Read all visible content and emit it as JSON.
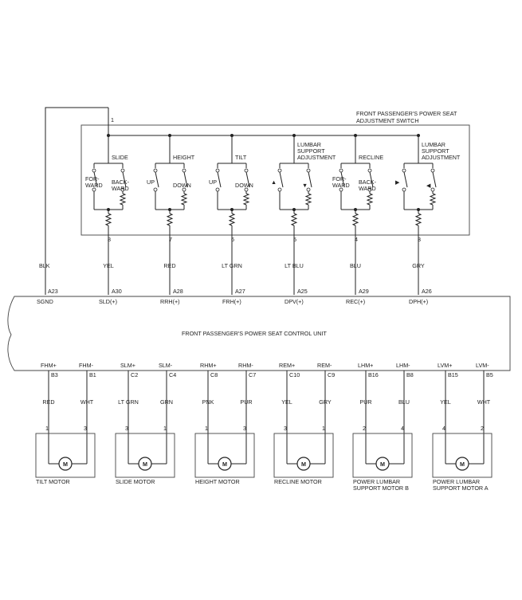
{
  "switch_title": [
    "FRONT PASSENGER'S POWER SEAT",
    "ADJUSTMENT SWITCH"
  ],
  "common_pin": "1",
  "switches": [
    {
      "name": [
        "SLIDE"
      ],
      "left": [
        "FOR-",
        "WARD"
      ],
      "right": [
        "BACK-",
        "WARD"
      ],
      "pin": "8",
      "wire": "YEL",
      "ecu_pin": "A30",
      "signal": "SLD(+)"
    },
    {
      "name": [
        "HEIGHT"
      ],
      "left": [
        "UP"
      ],
      "right": [
        "DOWN"
      ],
      "pin": "7",
      "wire": "RED",
      "ecu_pin": "A28",
      "signal": "RRH(+)"
    },
    {
      "name": [
        "TILT"
      ],
      "left": [
        "UP"
      ],
      "right": [
        "DOWN"
      ],
      "pin": "6",
      "wire": "LT GRN",
      "ecu_pin": "A27",
      "signal": "FRH(+)"
    },
    {
      "name": [
        "LUMBAR",
        "SUPPORT",
        "ADJUSTMENT"
      ],
      "left": [
        "▲"
      ],
      "right": [
        "▼"
      ],
      "pin": "5",
      "wire": "LT BLU",
      "ecu_pin": "A25",
      "signal": "DPV(+)"
    },
    {
      "name": [
        "RECLINE"
      ],
      "left": [
        "FOR-",
        "WARD"
      ],
      "right": [
        "BACK-",
        "WARD"
      ],
      "pin": "4",
      "wire": "BLU",
      "ecu_pin": "A29",
      "signal": "REC(+)"
    },
    {
      "name": [
        "LUMBAR",
        "SUPPORT",
        "ADJUSTMENT"
      ],
      "left": [
        "▶"
      ],
      "right": [
        "◀"
      ],
      "pin": "3",
      "wire": "GRY",
      "ecu_pin": "A26",
      "signal": "DPH(+)"
    }
  ],
  "ground": {
    "wire": "BLK",
    "ecu_pin": "A23",
    "signal": "SGND"
  },
  "ecu_title": "FRONT PASSENGER'S POWER SEAT CONTROL UNIT",
  "motors": [
    {
      "name": [
        "TILT MOTOR"
      ],
      "symbol": "M",
      "term_a": {
        "signal": "FHM+",
        "ecu_pin": "B3",
        "wire": "RED",
        "pin": "1"
      },
      "term_b": {
        "signal": "FHM-",
        "ecu_pin": "B1",
        "wire": "WHT",
        "pin": "3"
      }
    },
    {
      "name": [
        "SLIDE MOTOR"
      ],
      "symbol": "M",
      "term_a": {
        "signal": "SLM+",
        "ecu_pin": "C2",
        "wire": "LT GRN",
        "pin": "3"
      },
      "term_b": {
        "signal": "SLM-",
        "ecu_pin": "C4",
        "wire": "GRN",
        "pin": "1"
      }
    },
    {
      "name": [
        "HEIGHT MOTOR"
      ],
      "symbol": "M",
      "term_a": {
        "signal": "RHM+",
        "ecu_pin": "C8",
        "wire": "PNK",
        "pin": "1"
      },
      "term_b": {
        "signal": "RHM-",
        "ecu_pin": "C7",
        "wire": "PUR",
        "pin": "3"
      }
    },
    {
      "name": [
        "RECLINE MOTOR"
      ],
      "symbol": "M",
      "term_a": {
        "signal": "REM+",
        "ecu_pin": "C10",
        "wire": "YEL",
        "pin": "3"
      },
      "term_b": {
        "signal": "REM-",
        "ecu_pin": "C9",
        "wire": "GRY",
        "pin": "1"
      }
    },
    {
      "name": [
        "POWER LUMBAR",
        "SUPPORT MOTOR B"
      ],
      "symbol": "M",
      "term_a": {
        "signal": "LHM+",
        "ecu_pin": "B16",
        "wire": "PUR",
        "pin": "2"
      },
      "term_b": {
        "signal": "LHM-",
        "ecu_pin": "B8",
        "wire": "BLU",
        "pin": "4"
      }
    },
    {
      "name": [
        "POWER LUMBAR",
        "SUPPORT MOTOR A"
      ],
      "symbol": "M",
      "term_a": {
        "signal": "LVM+",
        "ecu_pin": "B15",
        "wire": "YEL",
        "pin": "4"
      },
      "term_b": {
        "signal": "LVM-",
        "ecu_pin": "B5",
        "wire": "WHT",
        "pin": "2"
      }
    }
  ]
}
